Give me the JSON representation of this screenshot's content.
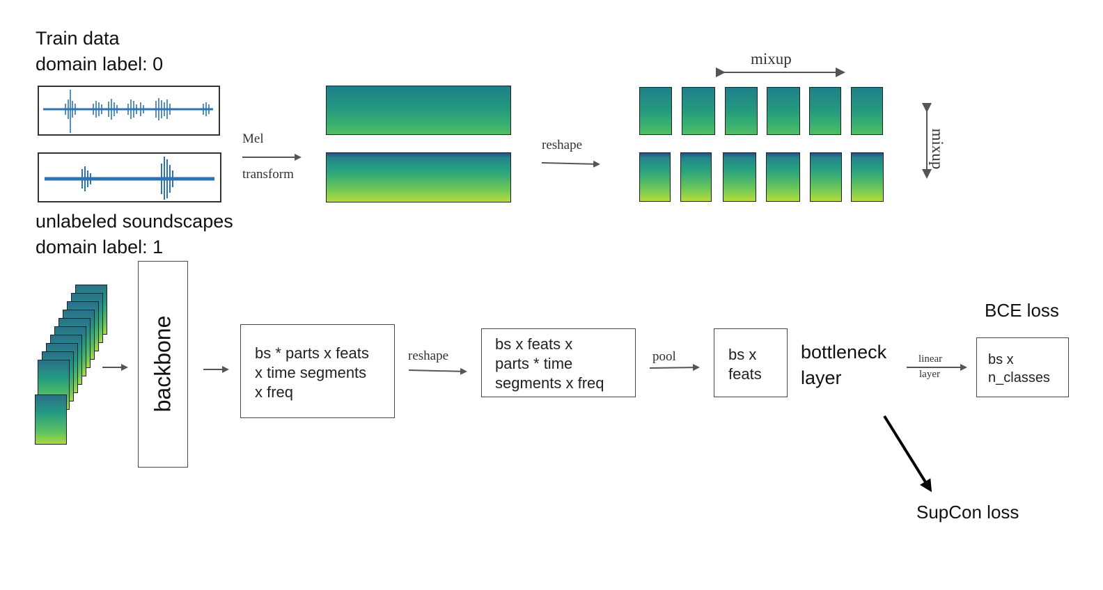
{
  "labels": {
    "train_data": "Train data",
    "train_domain": "domain label: 0",
    "unlabeled": "unlabeled soundscapes",
    "unlabeled_domain": "domain label: 1",
    "mel": "Mel",
    "transform": "transform",
    "reshape_top": "reshape",
    "mixup_horizontal": "mixup",
    "mixup_vertical": "mixup",
    "backbone": "backbone",
    "reshape_mid": "reshape",
    "pool": "pool",
    "bottleneck_line1": "bottleneck",
    "bottleneck_line2": "layer",
    "linear_line1": "linear",
    "linear_line2": "layer",
    "bce_loss": "BCE loss",
    "supcon_loss": "SupCon loss"
  },
  "boxes": {
    "box1_text": "bs * parts x feats\nx time segments\nx freq",
    "box2_text": "bs x feats x\nparts * time\nsegments x freq",
    "box3_text": "bs x\nfeats",
    "box4_text": "bs x\nn_classes"
  },
  "colors": {
    "waveform": "#2b73b5",
    "arrow": "#555555",
    "supcon_arrow": "#000000"
  }
}
